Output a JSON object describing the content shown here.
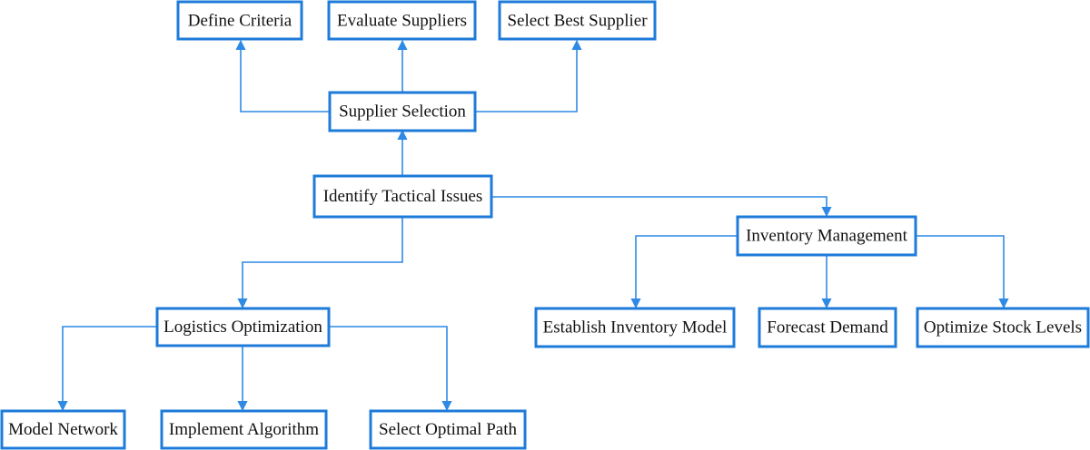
{
  "nodes": {
    "define_criteria": "Define Criteria",
    "evaluate_suppliers": "Evaluate Suppliers",
    "select_best_supplier": "Select Best Supplier",
    "supplier_selection": "Supplier Selection",
    "identify_tactical_issues": "Identify Tactical Issues",
    "inventory_management": "Inventory Management",
    "logistics_optimization": "Logistics Optimization",
    "establish_inventory_model": "Establish Inventory Model",
    "forecast_demand": "Forecast Demand",
    "optimize_stock_levels": "Optimize Stock Levels",
    "model_network": "Model Network",
    "implement_algorithm": "Implement Algorithm",
    "select_optimal_path": "Select Optimal Path"
  },
  "edges": [
    [
      "identify_tactical_issues",
      "supplier_selection"
    ],
    [
      "identify_tactical_issues",
      "inventory_management"
    ],
    [
      "identify_tactical_issues",
      "logistics_optimization"
    ],
    [
      "supplier_selection",
      "define_criteria"
    ],
    [
      "supplier_selection",
      "evaluate_suppliers"
    ],
    [
      "supplier_selection",
      "select_best_supplier"
    ],
    [
      "inventory_management",
      "establish_inventory_model"
    ],
    [
      "inventory_management",
      "forecast_demand"
    ],
    [
      "inventory_management",
      "optimize_stock_levels"
    ],
    [
      "logistics_optimization",
      "model_network"
    ],
    [
      "logistics_optimization",
      "implement_algorithm"
    ],
    [
      "logistics_optimization",
      "select_optimal_path"
    ]
  ],
  "colors": {
    "box_border": "#1e7bd9",
    "connector": "#2f8ae6"
  }
}
